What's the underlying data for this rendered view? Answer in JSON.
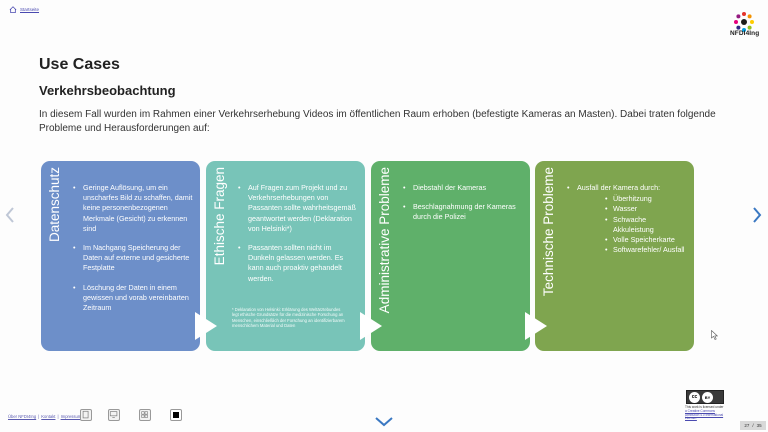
{
  "top_link": {
    "label": "Startseite"
  },
  "logo": {
    "text": "NFDI4Ing"
  },
  "slide": {
    "title": "Use Cases",
    "subtitle": "Verkehrsbeobachtung",
    "intro": "In diesem Fall wurden im Rahmen einer Verkehrserhebung Videos im öffentlichen Raum erhoben (befestigte Kameras an Masten). Dabei traten folgende Probleme und Herausforderungen auf:"
  },
  "cards": [
    {
      "heading": "Datenschutz",
      "color": "#6d8fc9",
      "bullets": [
        "Geringe Auflösung, um ein unscharfes Bild zu schaffen, damit keine personenbezogenen Merkmale (Gesicht) zu erkennen sind",
        "Im Nachgang Speicherung der Daten auf externe und gesicherte Festplatte",
        "Löschung der Daten in einem gewissen und vorab vereinbarten Zeitraum"
      ]
    },
    {
      "heading": "Ethische Fragen",
      "color": "#78c4b8",
      "bullets": [
        "Auf Fragen zum Projekt und zu Verkehrserhebungen von Passanten sollte wahrheitsgemäß geantwortet werden (Deklaration von Helsinki*)",
        "Passanten sollten nicht im Dunkeln gelassen werden. Es kann auch proaktiv gehandelt werden."
      ],
      "footnote": "* Deklaration von Helsinki: Erklärung des Weltärztebundes legt ethische Grundsätze für die medizinische Forschung an Menschen, einschließlich der Forschung an identifizierbarem menschlichem Material und Daten"
    },
    {
      "heading": "Administrative Probleme",
      "color": "#5fb06a",
      "bullets": [
        "Diebstahl der Kameras",
        "Beschlagnahmung der Kameras durch die Polizei"
      ]
    },
    {
      "heading": "Technische Probleme",
      "color": "#7fa54f",
      "bullets": [
        "Ausfall der Kamera durch:"
      ],
      "sub_bullets": [
        "Überhitzung",
        "Wasser",
        "Schwache Akkuleistung",
        "Volle Speicherkarte",
        "Softwarefehler/ Ausfall"
      ]
    }
  ],
  "footer": {
    "links": [
      "Über NFDI4Ing",
      "Kontakt",
      "Impressum"
    ],
    "separator": "|"
  },
  "license": {
    "badge_left": "cc",
    "badge_right": "BY",
    "line1": "This work is licensed under",
    "line2": "a Creative Commons",
    "line3": "Attribution 4.0 International",
    "line4": "License."
  },
  "page_counter": {
    "current": "27",
    "separator": "/",
    "total": "35"
  },
  "icons": {
    "home": "home-icon",
    "prev": "chevron-left-icon",
    "next": "chevron-right-icon",
    "down": "chevron-down-icon",
    "cursor": "mouse-cursor-icon"
  }
}
